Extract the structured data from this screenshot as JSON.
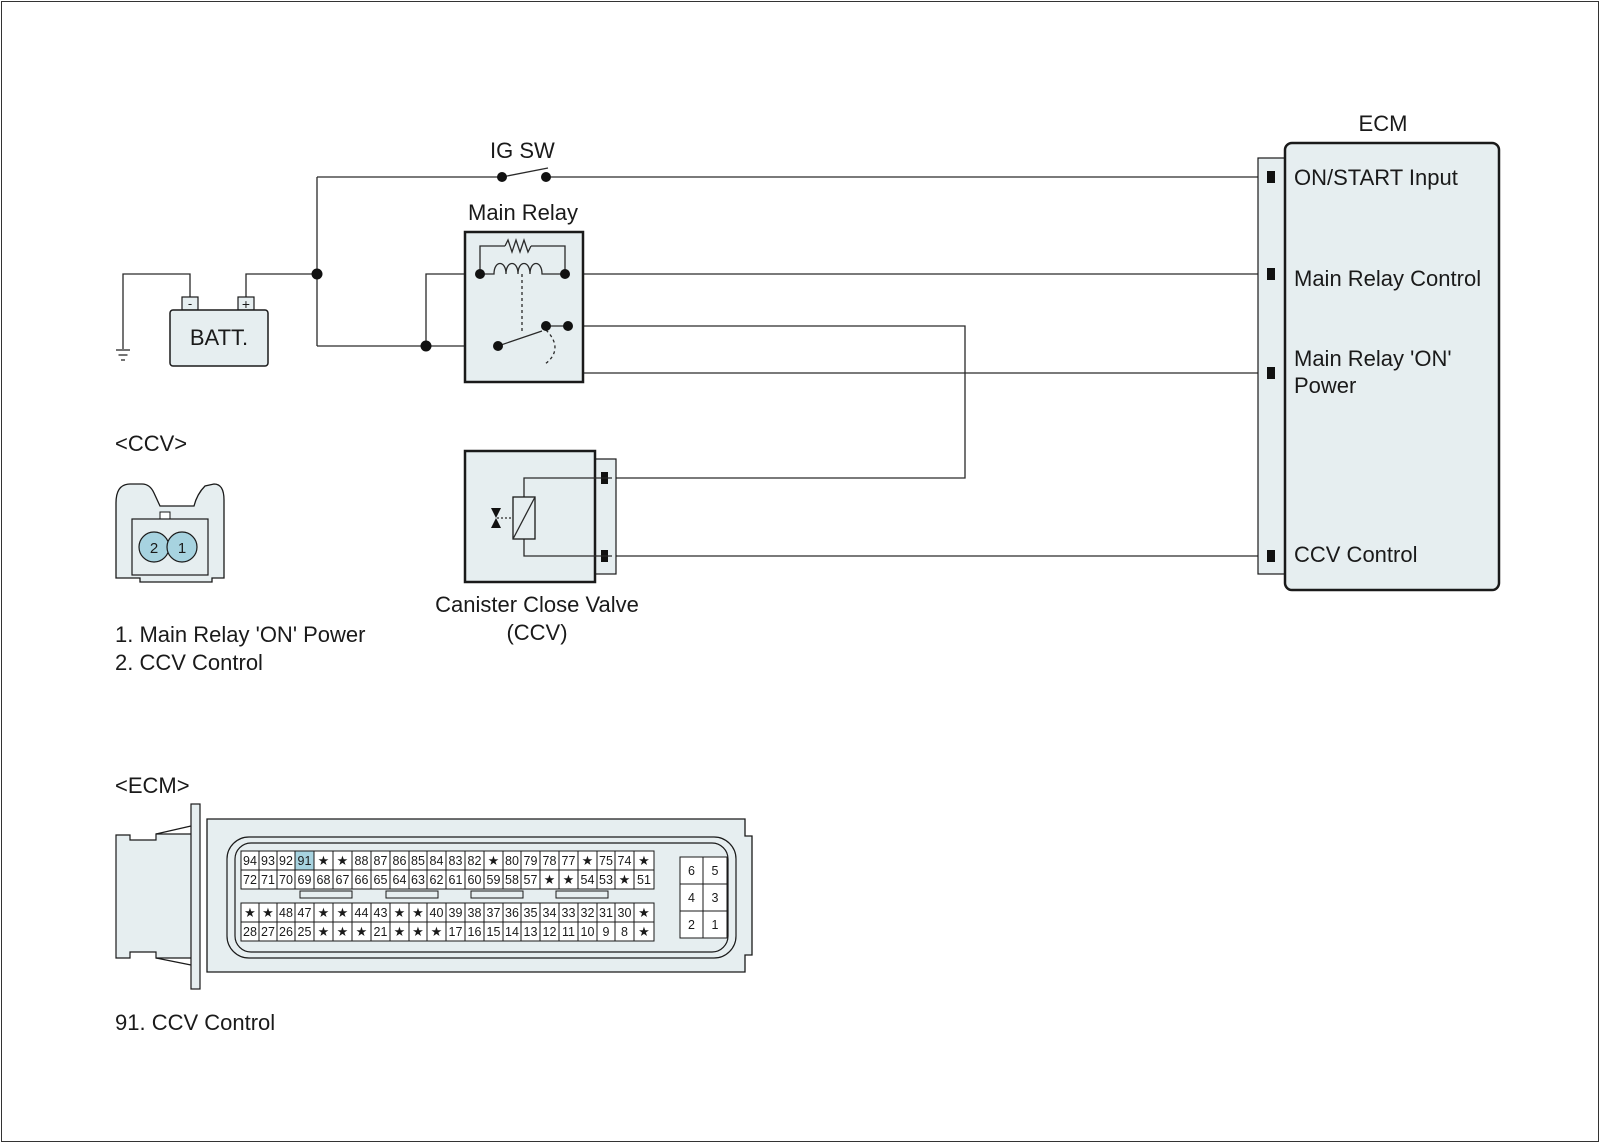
{
  "components": {
    "ig_switch": "IG SW",
    "main_relay": "Main Relay",
    "battery": "BATT.",
    "battery_neg": "-",
    "battery_pos": "+",
    "ccv_name_line1": "Canister Close Valve",
    "ccv_name_line2": "(CCV)",
    "ecm": "ECM"
  },
  "ecm_pins": {
    "on_start_input": "ON/START Input",
    "main_relay_control": "Main Relay Control",
    "main_relay_on_power_line1": "Main Relay 'ON'",
    "main_relay_on_power_line2": "Power",
    "ccv_control": "CCV Control"
  },
  "ccv_connector": {
    "title": "<CCV>",
    "pin_labels": [
      "2",
      "1"
    ],
    "legend": [
      "1. Main Relay 'ON' Power",
      "2. CCV Control"
    ]
  },
  "ecm_connector": {
    "title": "<ECM>",
    "rows": [
      [
        "94",
        "93",
        "92",
        "91",
        "★",
        "★",
        "88",
        "87",
        "86",
        "85",
        "84",
        "83",
        "82",
        "★",
        "80",
        "79",
        "78",
        "77",
        "★",
        "75",
        "74",
        "★"
      ],
      [
        "72",
        "71",
        "70",
        "69",
        "68",
        "67",
        "66",
        "65",
        "64",
        "63",
        "62",
        "61",
        "60",
        "59",
        "58",
        "57",
        "★",
        "★",
        "54",
        "53",
        "★",
        "51"
      ],
      [
        "★",
        "★",
        "48",
        "47",
        "★",
        "★",
        "44",
        "43",
        "★",
        "★",
        "40",
        "39",
        "38",
        "37",
        "36",
        "35",
        "34",
        "33",
        "32",
        "31",
        "30",
        "★"
      ],
      [
        "28",
        "27",
        "26",
        "25",
        "★",
        "★",
        "★",
        "21",
        "★",
        "★",
        "★",
        "17",
        "16",
        "15",
        "14",
        "13",
        "12",
        "11",
        "10",
        "9",
        "8",
        "★"
      ]
    ],
    "highlight_pin": "91",
    "small_block": [
      [
        "6",
        "5"
      ],
      [
        "4",
        "3"
      ],
      [
        "2",
        "1"
      ]
    ],
    "legend": "91. CCV Control"
  },
  "colors": {
    "connector_fill": "#e6eef0",
    "pin_highlight": "#a7d3e0",
    "wire": "#2a2a2a"
  }
}
